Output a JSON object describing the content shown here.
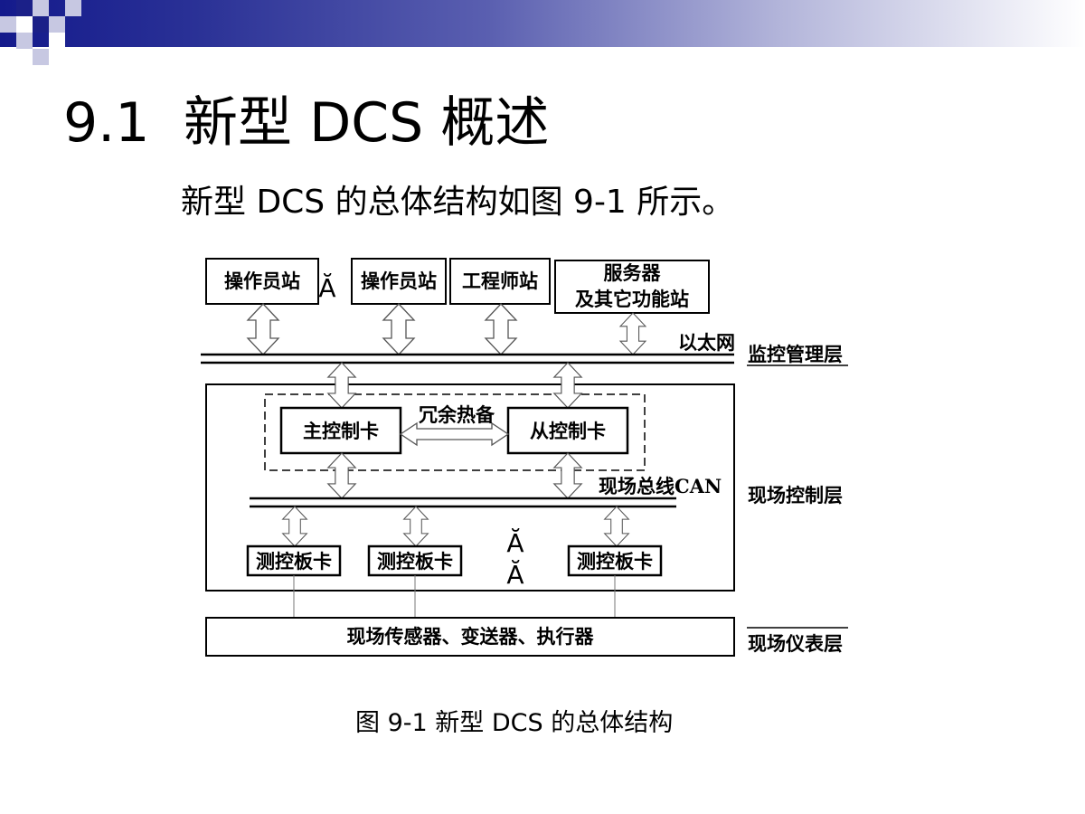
{
  "slide": {
    "title_number": "9.1",
    "title_text": "新型 DCS 概述",
    "subtitle": "新型 DCS 的总体结构如图 9-1 所示。",
    "caption": "图 9-1  新型 DCS 的总体结构"
  },
  "diagram": {
    "stations": {
      "operator1": "操作员站",
      "operator2": "操作员站",
      "engineer": "工程师站",
      "server_line1": "服务器",
      "server_line2": "及其它功能站"
    },
    "ellipsis_glyph": "Ă",
    "ethernet_label": "以太网",
    "redundancy_label": "冗余热备",
    "main_card": "主控制卡",
    "sub_card": "从控制卡",
    "fieldbus_label": "现场总线CAN",
    "io_card": "测控板卡",
    "field_devices": "现场传感器、变送器、执行器",
    "layers": {
      "supervisory": "监控管理层",
      "field_control": "现场控制层",
      "field_instrument": "现场仪表层"
    }
  },
  "colors": {
    "header_dark": "#141a8c",
    "square_navy": "#1b2088",
    "square_light": "#c7c8e2"
  }
}
